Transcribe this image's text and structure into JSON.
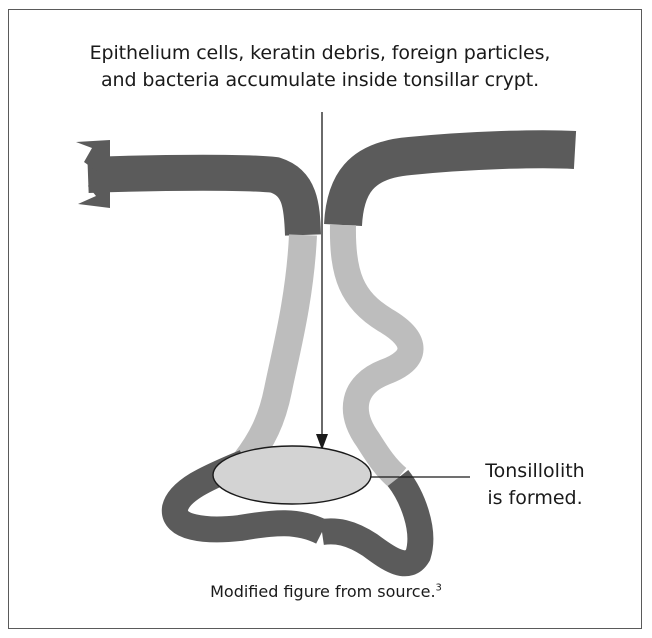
{
  "figure": {
    "caption_line1": "Epithelium cells, keratin debris, foreign particles,",
    "caption_line2": "and bacteria accumulate inside tonsillar crypt.",
    "tonsillolith_label_line1": "Tonsillolith",
    "tonsillolith_label_line2": "is formed.",
    "source_text": "Modified figure from source.",
    "source_reference": "3"
  },
  "colors": {
    "dark_tissue": "#5b5b5b",
    "light_tissue": "#bdbdbd",
    "tonsillolith_fill": "#d3d3d3",
    "outline": "#1a1a1a"
  }
}
